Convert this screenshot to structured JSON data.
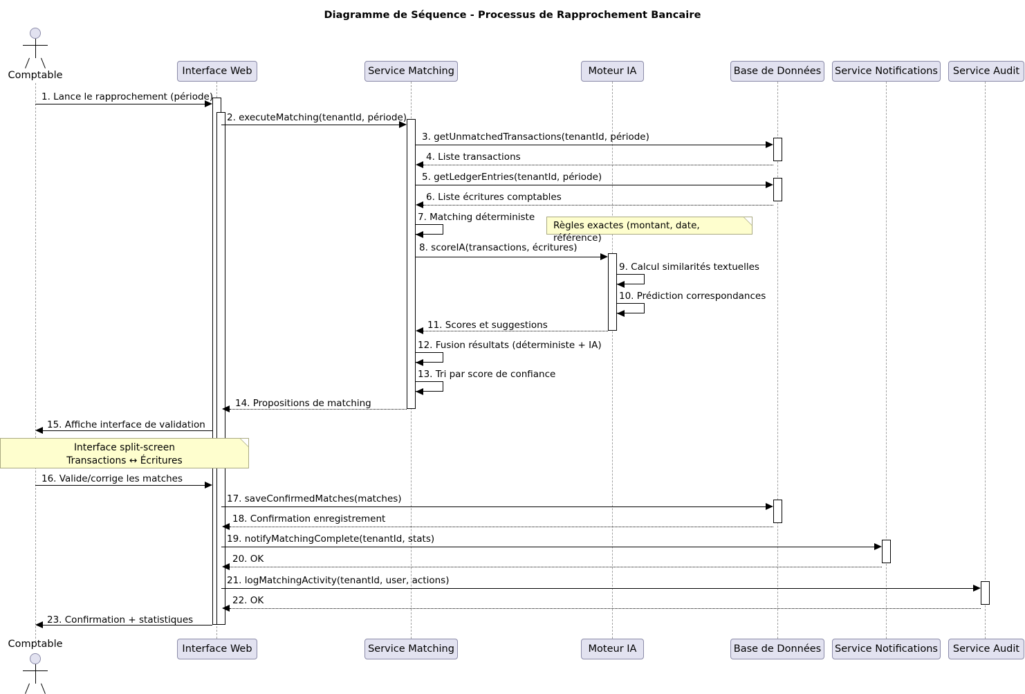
{
  "title": "Diagramme de Séquence - Processus de Rapprochement Bancaire",
  "diagram_type": "uml-sequence-diagram",
  "colors": {
    "participant_fill": "#E2E2F0",
    "participant_border": "#8A8AA8",
    "note_fill": "#FEFECE",
    "note_border": "#A9A980",
    "lifeline": "#A0A0A0",
    "line": "#000000",
    "background": "#FFFFFF"
  },
  "actors": [
    {
      "name": "Comptable",
      "type": "actor",
      "label_top": "Comptable",
      "label_bottom": "Comptable"
    }
  ],
  "participants": [
    {
      "id": "comptable",
      "label": "Comptable",
      "type": "actor"
    },
    {
      "id": "interface-web",
      "label": "Interface Web",
      "type": "participant"
    },
    {
      "id": "service-matching",
      "label": "Service Matching",
      "type": "participant"
    },
    {
      "id": "moteur-ia",
      "label": "Moteur IA",
      "type": "participant"
    },
    {
      "id": "base-de-donnees",
      "label": "Base de Données",
      "type": "participant"
    },
    {
      "id": "service-notifications",
      "label": "Service Notifications",
      "type": "participant"
    },
    {
      "id": "service-audit",
      "label": "Service Audit",
      "type": "participant"
    }
  ],
  "messages": [
    {
      "num": "1",
      "text": "1. Lance le rapprochement (période)",
      "from": "comptable",
      "to": "interface-web",
      "style": "solid",
      "dir": "right"
    },
    {
      "num": "2",
      "text": "2. executeMatching(tenantId, période)",
      "from": "interface-web",
      "to": "service-matching",
      "style": "solid",
      "dir": "right"
    },
    {
      "num": "3",
      "text": "3. getUnmatchedTransactions(tenantId, période)",
      "from": "service-matching",
      "to": "base-de-donnees",
      "style": "solid",
      "dir": "right"
    },
    {
      "num": "4",
      "text": "4. Liste transactions",
      "from": "base-de-donnees",
      "to": "service-matching",
      "style": "dotted",
      "dir": "left"
    },
    {
      "num": "5",
      "text": "5. getLedgerEntries(tenantId, période)",
      "from": "service-matching",
      "to": "base-de-donnees",
      "style": "solid",
      "dir": "right"
    },
    {
      "num": "6",
      "text": "6. Liste écritures comptables",
      "from": "base-de-donnees",
      "to": "service-matching",
      "style": "dotted",
      "dir": "left"
    },
    {
      "num": "7",
      "text": "7. Matching déterministe",
      "from": "service-matching",
      "to": "service-matching",
      "style": "self",
      "dir": "left"
    },
    {
      "num": "8",
      "text": "8. scoreIA(transactions, écritures)",
      "from": "service-matching",
      "to": "moteur-ia",
      "style": "solid",
      "dir": "right"
    },
    {
      "num": "9",
      "text": "9. Calcul similarités textuelles",
      "from": "moteur-ia",
      "to": "moteur-ia",
      "style": "self",
      "dir": "left"
    },
    {
      "num": "10",
      "text": "10. Prédiction correspondances",
      "from": "moteur-ia",
      "to": "moteur-ia",
      "style": "self",
      "dir": "left"
    },
    {
      "num": "11",
      "text": "11. Scores et suggestions",
      "from": "moteur-ia",
      "to": "service-matching",
      "style": "dotted",
      "dir": "left"
    },
    {
      "num": "12",
      "text": "12. Fusion résultats (déterministe + IA)",
      "from": "service-matching",
      "to": "service-matching",
      "style": "self",
      "dir": "left"
    },
    {
      "num": "13",
      "text": "13. Tri par score de confiance",
      "from": "service-matching",
      "to": "service-matching",
      "style": "self",
      "dir": "left"
    },
    {
      "num": "14",
      "text": "14. Propositions de matching",
      "from": "service-matching",
      "to": "interface-web",
      "style": "dotted",
      "dir": "left"
    },
    {
      "num": "15",
      "text": "15. Affiche interface de validation",
      "from": "interface-web",
      "to": "comptable",
      "style": "solid",
      "dir": "left"
    },
    {
      "num": "16",
      "text": "16. Valide/corrige les matches",
      "from": "comptable",
      "to": "interface-web",
      "style": "solid",
      "dir": "right"
    },
    {
      "num": "17",
      "text": "17. saveConfirmedMatches(matches)",
      "from": "interface-web",
      "to": "base-de-donnees",
      "style": "solid",
      "dir": "right"
    },
    {
      "num": "18",
      "text": "18. Confirmation enregistrement",
      "from": "base-de-donnees",
      "to": "interface-web",
      "style": "dotted",
      "dir": "left"
    },
    {
      "num": "19",
      "text": "19. notifyMatchingComplete(tenantId, stats)",
      "from": "interface-web",
      "to": "service-notifications",
      "style": "solid",
      "dir": "right"
    },
    {
      "num": "20",
      "text": "20. OK",
      "from": "service-notifications",
      "to": "interface-web",
      "style": "dotted",
      "dir": "left"
    },
    {
      "num": "21",
      "text": "21. logMatchingActivity(tenantId, user, actions)",
      "from": "interface-web",
      "to": "service-audit",
      "style": "solid",
      "dir": "right"
    },
    {
      "num": "22",
      "text": "22. OK",
      "from": "service-audit",
      "to": "interface-web",
      "style": "dotted",
      "dir": "left"
    },
    {
      "num": "23",
      "text": "23. Confirmation + statistiques",
      "from": "interface-web",
      "to": "comptable",
      "style": "solid",
      "dir": "left"
    }
  ],
  "notes": [
    {
      "id": "note-regles",
      "text": "Règles exactes (montant, date, référence)",
      "attached_to": "service-matching"
    },
    {
      "id": "note-splitscreen",
      "text": "Interface split-screen\nTransactions ↔ Écritures",
      "attached_to": "interface-web"
    }
  ]
}
